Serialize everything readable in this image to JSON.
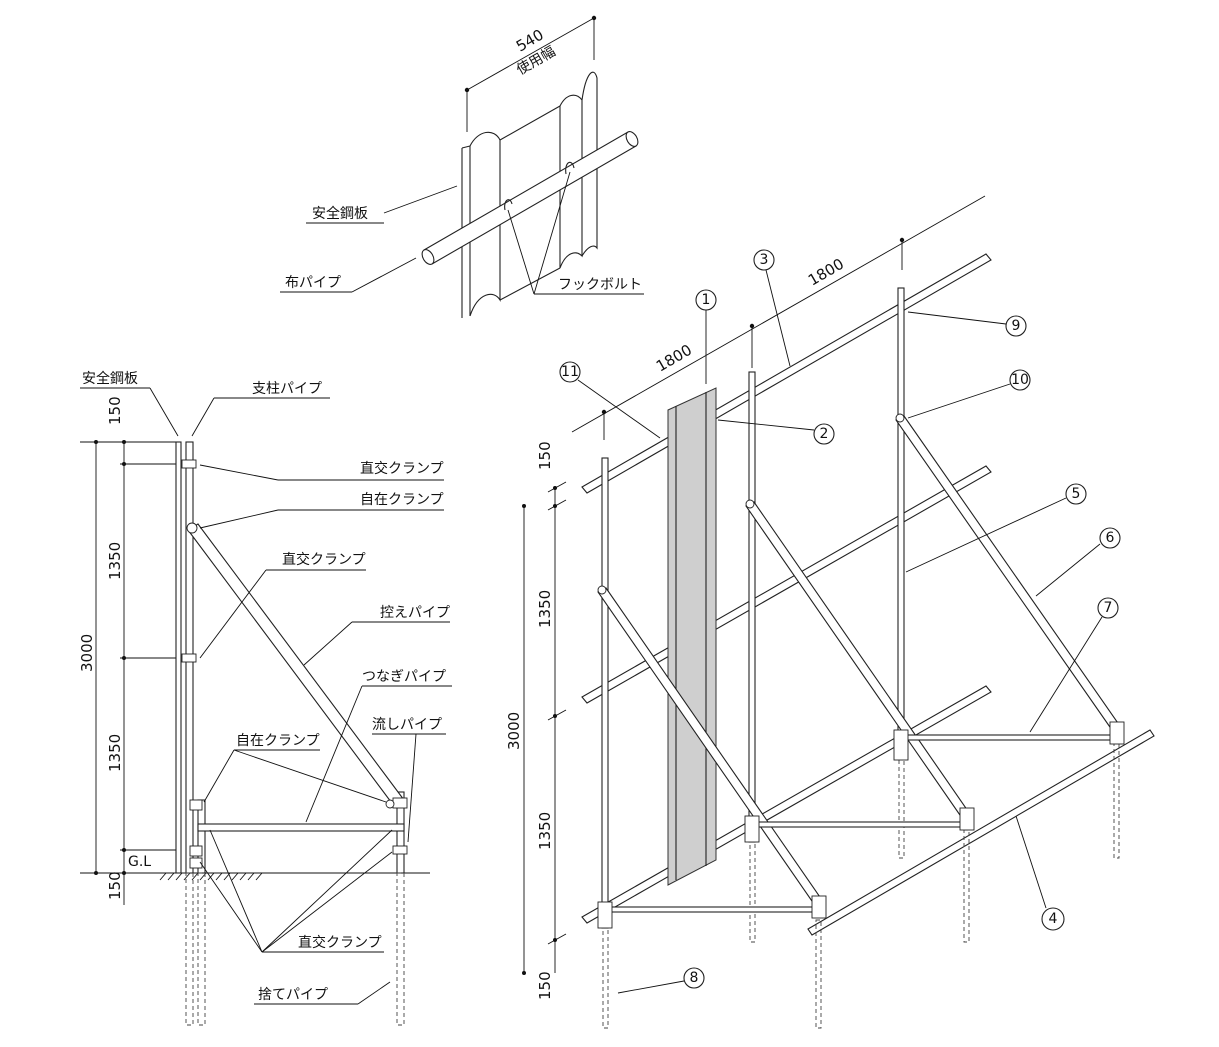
{
  "labels": {
    "top_width": "540",
    "top_width_sub": "使用幅",
    "top_steel_plate": "安全鋼板",
    "top_cloth_pipe": "布パイプ",
    "top_hook_bolt": "フックボルト",
    "side_steel_plate": "安全鋼板",
    "side_support_pipe": "支柱パイプ",
    "side_right_clamp_1": "直交クランプ",
    "side_free_clamp_1": "自在クランプ",
    "side_right_clamp_2": "直交クランプ",
    "side_brace_pipe": "控えパイプ",
    "side_tie_pipe": "つなぎパイプ",
    "side_free_clamp_2": "自在クランプ",
    "side_flow_pipe": "流しパイプ",
    "side_right_clamp_3": "直交クランプ",
    "side_ground_pipe": "捨てパイプ",
    "side_gl": "G.L"
  },
  "side_dims": {
    "top": "150",
    "upper": "1350",
    "total": "3000",
    "lower": "1350",
    "bottom": "150"
  },
  "iso_dims": {
    "span_1": "1800",
    "span_2": "1800",
    "top": "150",
    "upper": "1350",
    "total": "3000",
    "lower": "1350",
    "bottom": "150"
  },
  "callouts": [
    "1",
    "2",
    "3",
    "4",
    "5",
    "6",
    "7",
    "8",
    "9",
    "10",
    "11"
  ]
}
